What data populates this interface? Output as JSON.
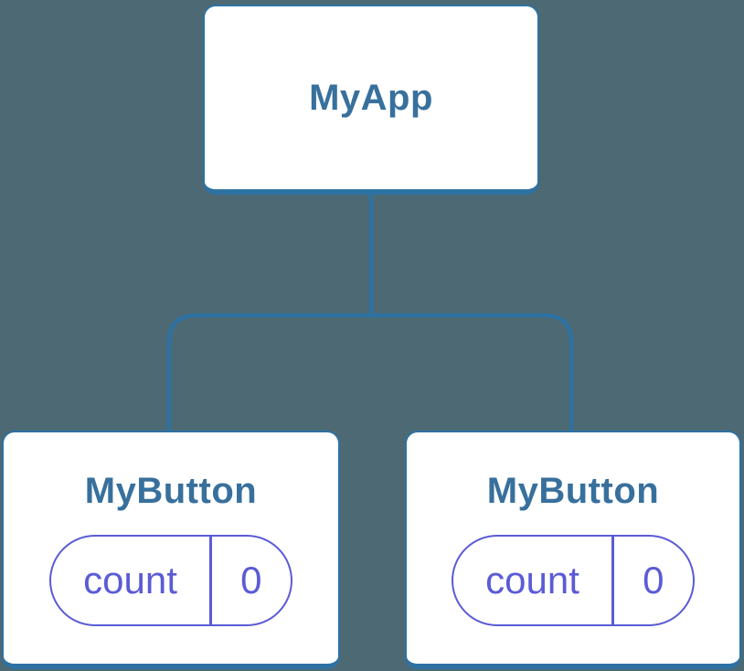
{
  "diagram": {
    "description": "React component tree diagram: parent component with two child components each holding isolated state",
    "root": {
      "label": "MyApp"
    },
    "children": [
      {
        "label": "MyButton",
        "state": {
          "key": "count",
          "value": "0"
        }
      },
      {
        "label": "MyButton",
        "state": {
          "key": "count",
          "value": "0"
        }
      }
    ]
  },
  "colors": {
    "background": "#4D6973",
    "node_fill": "#FFFFFF",
    "node_border": "#2E72A3",
    "node_label": "#38709D",
    "connector": "#2E72A3",
    "state_accent": "#5B5BD6"
  }
}
